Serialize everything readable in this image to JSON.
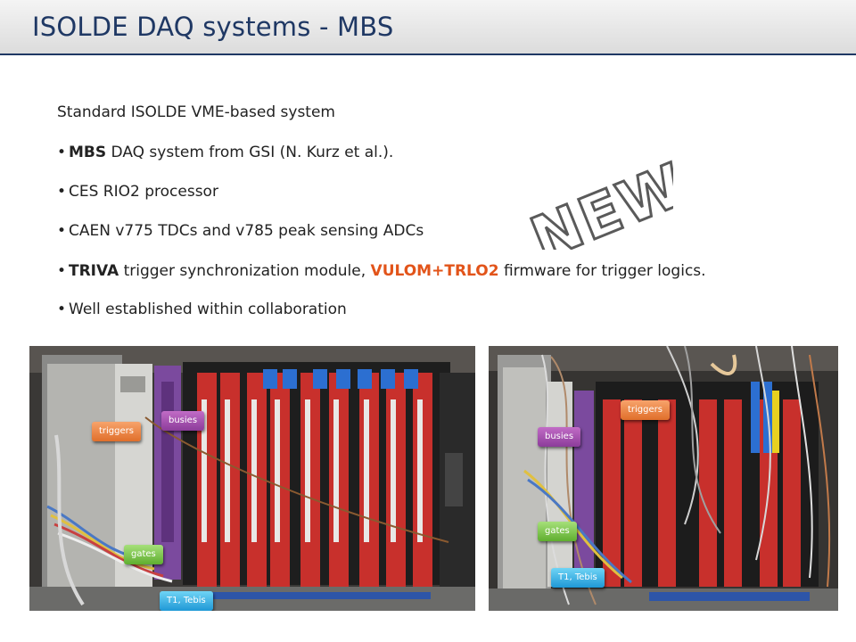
{
  "header": {
    "title": "ISOLDE DAQ systems - MBS",
    "accent_color": "#1f3864"
  },
  "content": {
    "intro": "Standard ISOLDE VME-based system",
    "bullets": [
      {
        "bold": "MBS",
        "text": " DAQ system from GSI (N. Kurz et al.)."
      },
      {
        "text": "CES RIO2 processor"
      },
      {
        "text": "CAEN v775 TDCs and v785 peak sensing ADCs"
      },
      {
        "bold": "TRIVA",
        "text": " trigger synchronization module, ",
        "highlight": "VULOM+TRLO2",
        "text_after": " firmware for trigger logics."
      },
      {
        "text": "Well established within collaboration"
      }
    ],
    "highlight_color": "#e2541a"
  },
  "stamp": {
    "text": "NEW!",
    "fill_color": "#ffffff",
    "outline_color": "#5a5a5a"
  },
  "photo_left": {
    "callouts": {
      "triggers": "triggers",
      "busies": "busies",
      "gates": "gates",
      "t1": "T1, Tebis"
    }
  },
  "photo_right": {
    "callouts": {
      "triggers": "triggers",
      "busies": "busies",
      "gates": "gates",
      "t1": "T1, Tebis"
    }
  }
}
